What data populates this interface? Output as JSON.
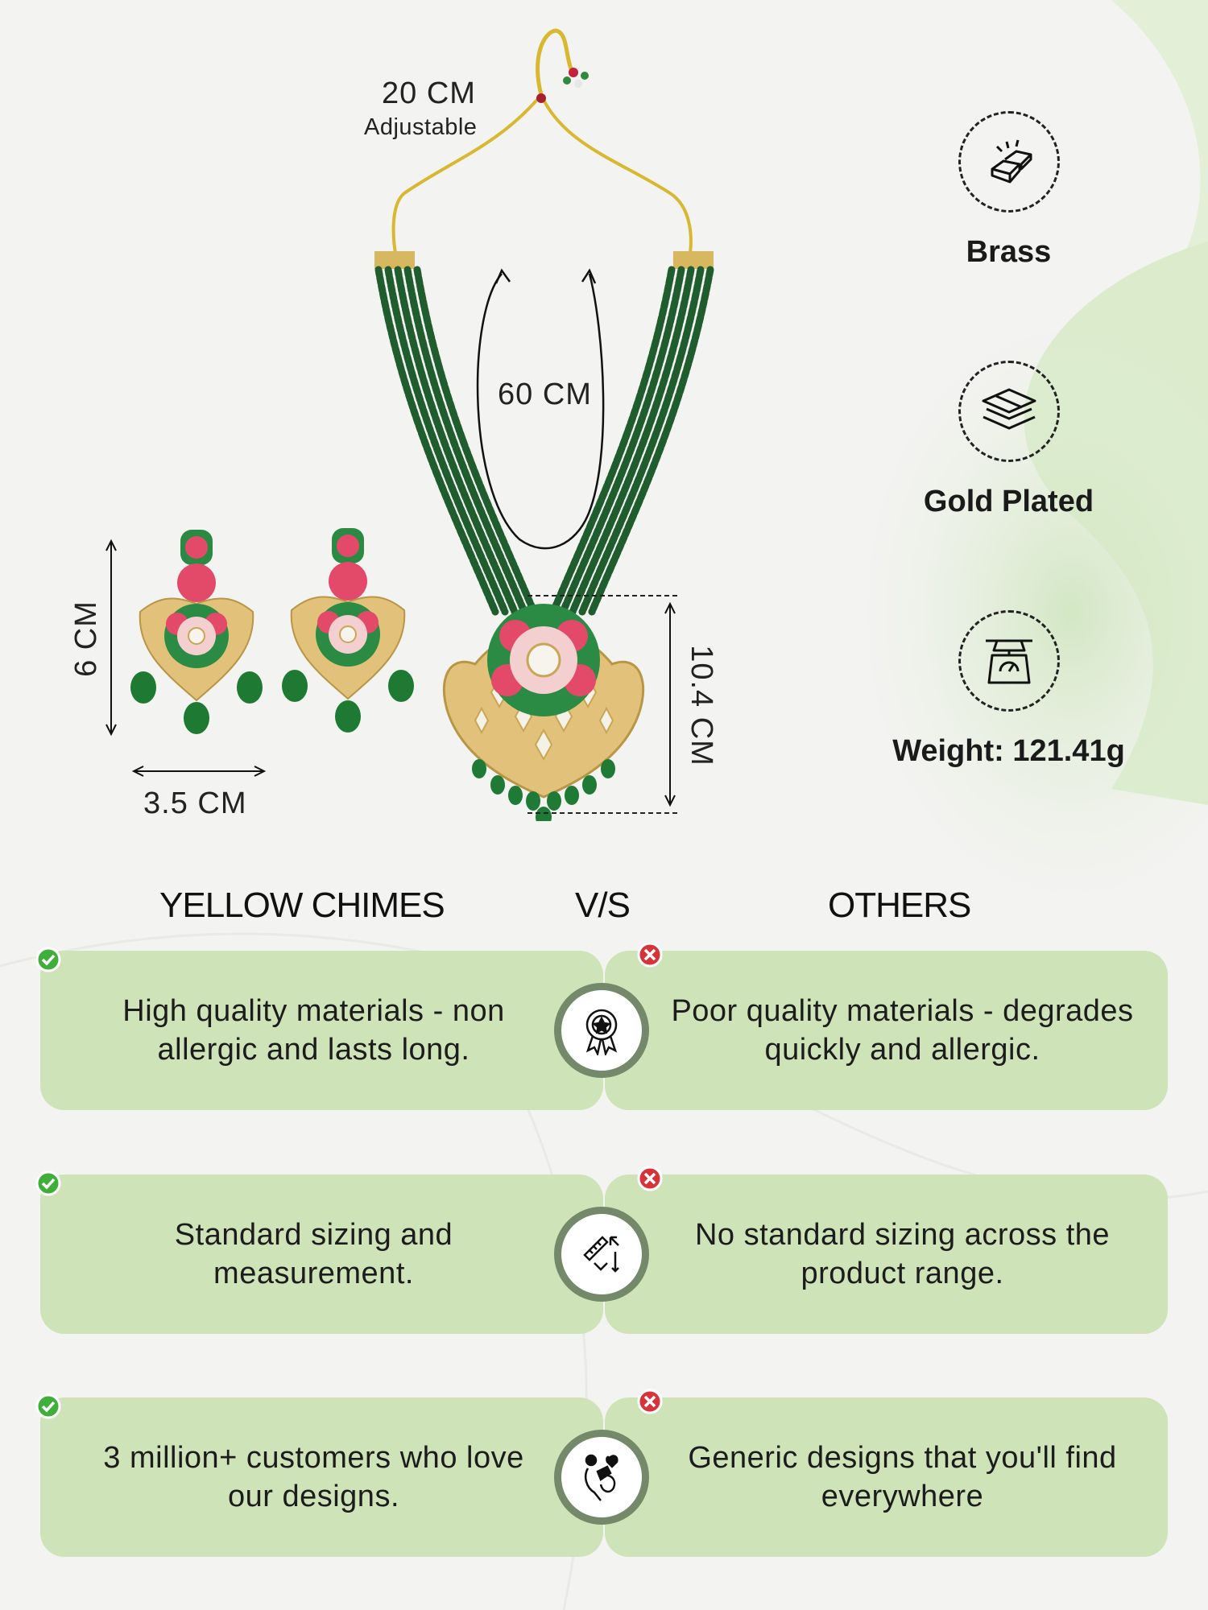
{
  "dimensions": {
    "chain_length": "20 CM",
    "chain_note": "Adjustable",
    "necklace_length": "60 CM",
    "pendant_height": "10.4 CM",
    "earring_height": "6 CM",
    "earring_width": "3.5 CM"
  },
  "features": [
    {
      "label": "Brass",
      "icon": "gold-bars-icon"
    },
    {
      "label": "Gold Plated",
      "icon": "layers-icon"
    },
    {
      "label": "Weight: 121.41g",
      "icon": "weighing-scale-icon"
    }
  ],
  "comparison": {
    "left_header": "YELLOW CHIMES",
    "vs_label": "V/S",
    "right_header": "OTHERS",
    "rows": [
      {
        "ours": "High quality materials - non allergic and lasts long.",
        "others": "Poor quality materials - degrades quickly and allergic.",
        "icon": "quality-badge-icon"
      },
      {
        "ours": "Standard sizing and measurement.",
        "others": "No standard sizing across the product range.",
        "icon": "ruler-icon"
      },
      {
        "ours": "3 million+ customers who love our designs.",
        "others": "Generic designs that you'll find everywhere",
        "icon": "customer-love-icon"
      }
    ]
  },
  "colors": {
    "card": "#cfe3b8",
    "ring": "#73896a",
    "check": "#3fae3a",
    "cross": "#d9333a",
    "bead": "#1f5c2e"
  }
}
